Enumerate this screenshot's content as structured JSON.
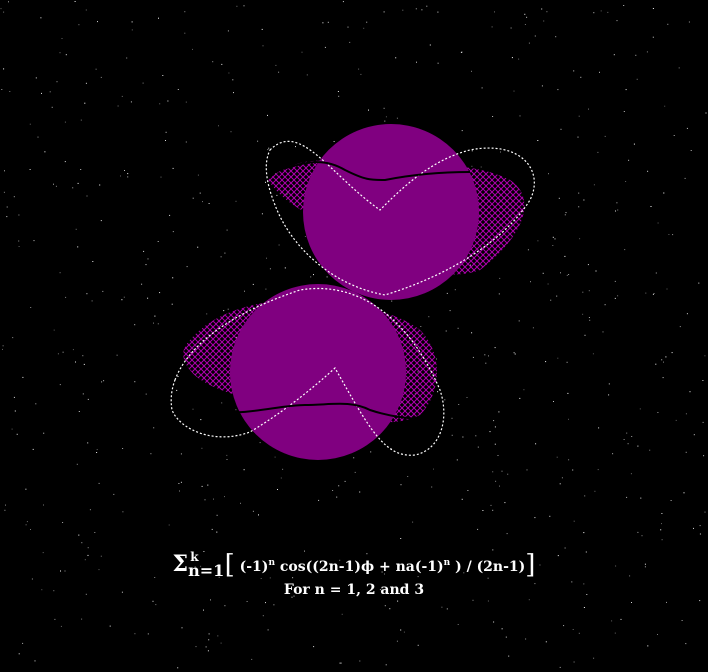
{
  "formula": {
    "sigma": "Σ",
    "superscript": "k",
    "subscript": "n=1",
    "open_bracket": "[",
    "part1": " (-1)",
    "exp1": "n",
    "part2": " cos((2n-1)ϕ + na(-1)",
    "exp2": "n",
    "part3": " ) / (2n-1)",
    "close_bracket": "]"
  },
  "caption": "For n = 1, 2 and 3",
  "colors": {
    "background": "#000000",
    "disk_fill": "#800080",
    "hatch": "#b000b0",
    "curve_solid": "#000000",
    "curve_dashed": "#ffffff",
    "stars": "#ffffff"
  }
}
